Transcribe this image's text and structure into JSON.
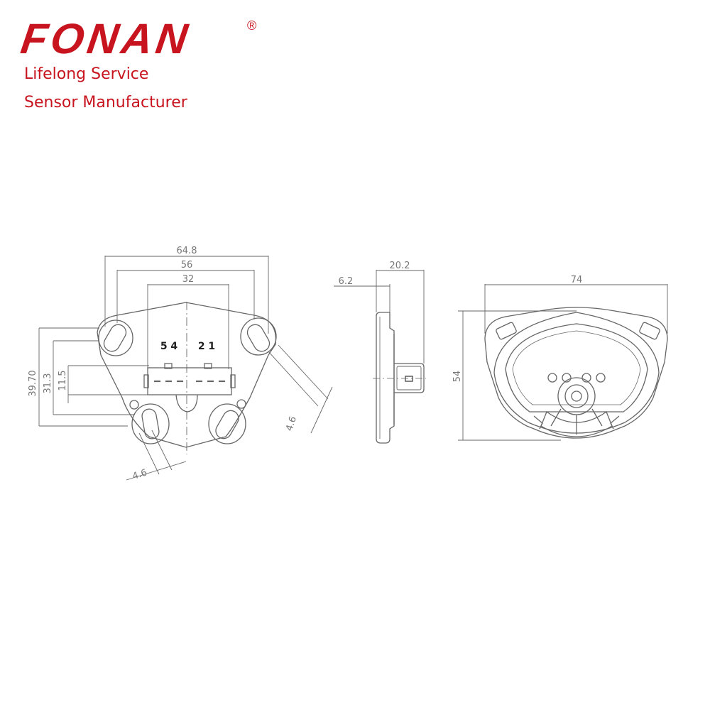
{
  "brand": {
    "logo": "FONAN",
    "registered_mark": "®",
    "tagline_1": "Lifelong Service",
    "tagline_2": "Sensor Manufacturer",
    "color": "#c8141e"
  },
  "drawing": {
    "line_color": "#666666",
    "front_view": {
      "dim_width_outer": "64.8",
      "dim_width_mid": "56",
      "dim_width_inner": "32",
      "dim_height_1": "39.70",
      "dim_height_2": "31.3",
      "dim_height_3": "11.5",
      "dim_slot_bottom": "4.6",
      "dim_slot_right": "4.6",
      "pins_left": "5 4",
      "pins_right": "2 1"
    },
    "side_view": {
      "dim_total": "20.2",
      "dim_flange": "6.2"
    },
    "back_view": {
      "dim_width": "74",
      "dim_height": "54"
    }
  }
}
